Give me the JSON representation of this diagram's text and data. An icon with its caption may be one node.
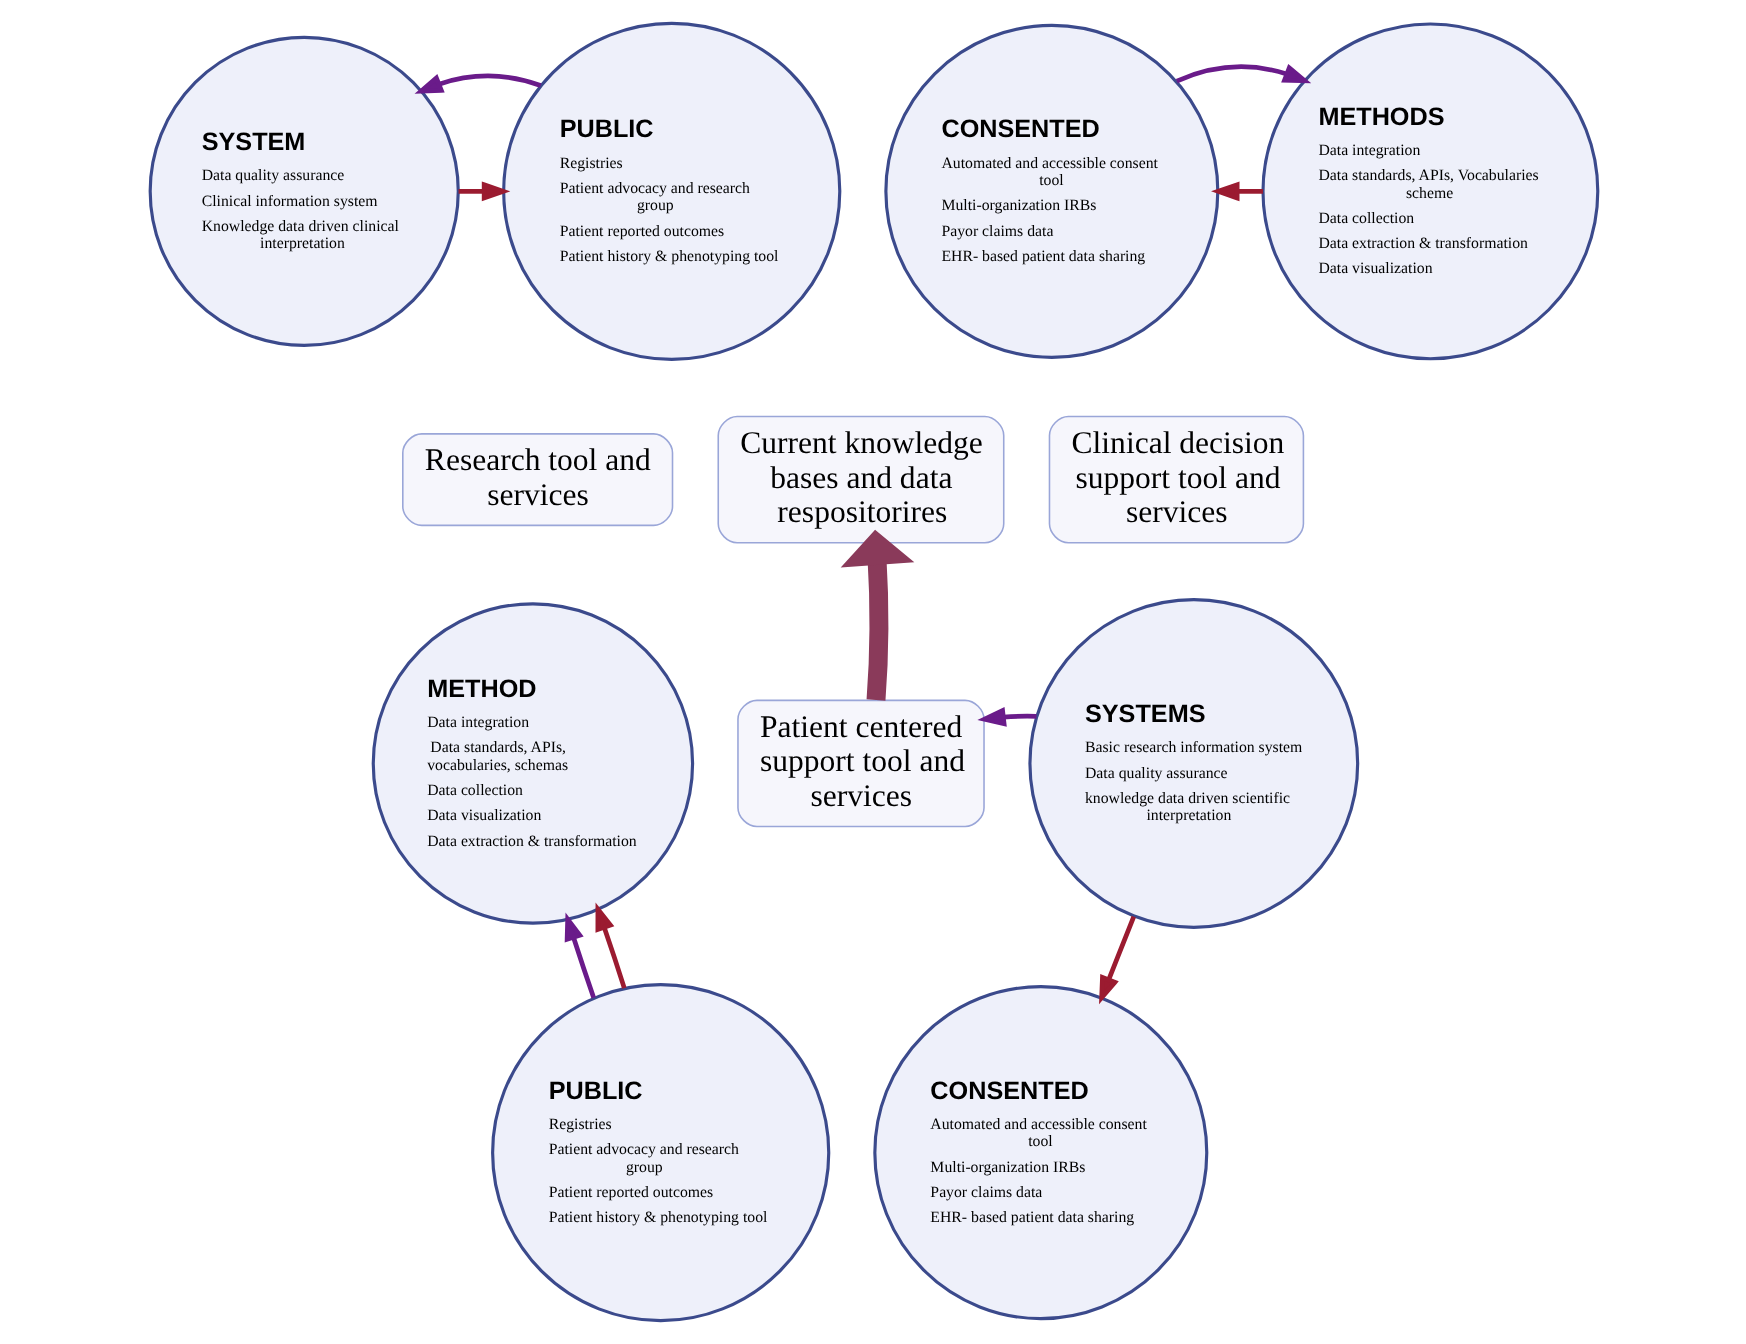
{
  "diagram": {
    "nodes": [
      {
        "text": [
          "PUBLIC",
          "Registries",
          "Patient advocacy and research group",
          "Patient reported outcomes",
          "Patient history & phenotyping tool"
        ]
      },
      {
        "text": [
          "CONSENTED",
          "Automated and accessible consent tool",
          "Multi-organization IRBs",
          "Payor claims data",
          "EHR- based patient data sharing"
        ]
      },
      {
        "text": [
          "SYSTEM",
          "Data quality assurance",
          "Clinical information system",
          "Knowledge data driven clinical interpretation"
        ]
      },
      {
        "text": [
          "Current knowledge bases and data respositorires"
        ]
      },
      {
        "text": [
          "METHODS",
          "Data integration",
          "Data standards, APIs, Vocabularies scheme",
          "Data collection",
          "Data extraction & transformation",
          "Data visualization"
        ]
      },
      {
        "text": [
          "Research tool and services"
        ]
      },
      {
        "text": [
          "Clinical decision support tool and services"
        ]
      },
      {
        "text": [
          "METHOD",
          "Data integration",
          "Data standards, APIs, vocabularies, schemas",
          "Data collection",
          "Data visualization",
          "Data extraction & transformation"
        ]
      },
      {
        "text": [
          "SYSTEMS",
          "Basic research information system",
          "Data quality assurance",
          "knowledge data driven scientific interpretation"
        ]
      },
      {
        "text": [
          "Patient centered support tool and services"
        ]
      },
      {
        "text": [
          "PUBLIC",
          "Registries",
          "Patient advocacy and research group",
          "Patient reported outcomes",
          "Patient history & phenotyping tool"
        ]
      },
      {
        "text": [
          "CONSENTED",
          "Automated and accessible consent tool",
          "Multi-organization IRBs",
          "Payor claims data",
          "EHR- based patient data sharing"
        ]
      }
    ],
    "edges": [
      {
        "from": 2,
        "to": 0,
        "arrow": "to",
        "color": "#9b1b30"
      },
      {
        "from": 4,
        "to": 1,
        "arrow": "to",
        "color": "#9b1b30"
      },
      {
        "from": 0,
        "to": 2,
        "arrow": "to"
      },
      {
        "from": 1,
        "to": 4,
        "arrow": "to"
      },
      {
        "from": 8,
        "to": 9,
        "arrow": "to"
      },
      {
        "from": 10,
        "to": 7,
        "arrow": "to"
      },
      {
        "from": 10,
        "to": 7,
        "arrow": "to",
        "color": "#9b1b30"
      },
      {
        "from": 8,
        "to": 11,
        "arrow": "to",
        "color": "#9b1b30"
      },
      {
        "from": 9,
        "to": 3,
        "arrow": "to",
        "style": "thick",
        "color": "#8a3a5a"
      }
    ]
  }
}
